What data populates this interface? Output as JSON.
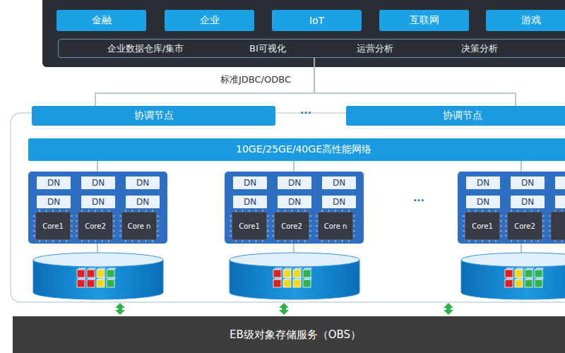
{
  "diagram": {
    "nodes": [
      {
        "text": [
          "金融"
        ]
      },
      {
        "text": [
          "企业"
        ]
      },
      {
        "text": [
          "IoT"
        ]
      },
      {
        "text": [
          "互联网"
        ]
      },
      {
        "text": [
          "游戏"
        ]
      },
      {
        "text": [
          "企业数据仓库/集市",
          "BI可视化",
          "运营分析",
          "决策分析"
        ]
      },
      {
        "text": [
          "协调节点"
        ]
      },
      {
        "text": [
          "协调节点"
        ]
      },
      {
        "text": [
          "10GE/25GE/40GE高性能网络"
        ]
      },
      {
        "text": [
          "DN"
        ]
      },
      {
        "text": [
          "DN"
        ]
      },
      {
        "text": [
          "DN"
        ]
      },
      {
        "text": [
          "DN"
        ]
      },
      {
        "text": [
          "DN"
        ]
      },
      {
        "text": [
          "DN"
        ]
      },
      {
        "text": [
          "Core1"
        ]
      },
      {
        "text": [
          "Core2"
        ]
      },
      {
        "text": [
          "Core n"
        ]
      },
      {
        "text": [
          "DN"
        ]
      },
      {
        "text": [
          "DN"
        ]
      },
      {
        "text": [
          "DN"
        ]
      },
      {
        "text": [
          "DN"
        ]
      },
      {
        "text": [
          "DN"
        ]
      },
      {
        "text": [
          "DN"
        ]
      },
      {
        "text": [
          "Core1"
        ]
      },
      {
        "text": [
          "Core2"
        ]
      },
      {
        "text": [
          "Core n"
        ]
      },
      {
        "text": [
          "DN"
        ]
      },
      {
        "text": [
          "DN"
        ]
      },
      {
        "text": [
          "DN"
        ]
      },
      {
        "text": [
          "DN"
        ]
      },
      {
        "text": [
          "Core1"
        ]
      },
      {
        "text": [
          "Core2"
        ]
      },
      {
        "text": [
          "EB级对象存储服务（OBS）"
        ]
      }
    ],
    "edges": [
      {
        "from": 5,
        "to": 6,
        "arrow": "none"
      },
      {
        "from": 5,
        "to": 7,
        "arrow": "none"
      }
    ],
    "labels": [
      "标准JDBC/ODBC",
      "···",
      "···"
    ]
  }
}
